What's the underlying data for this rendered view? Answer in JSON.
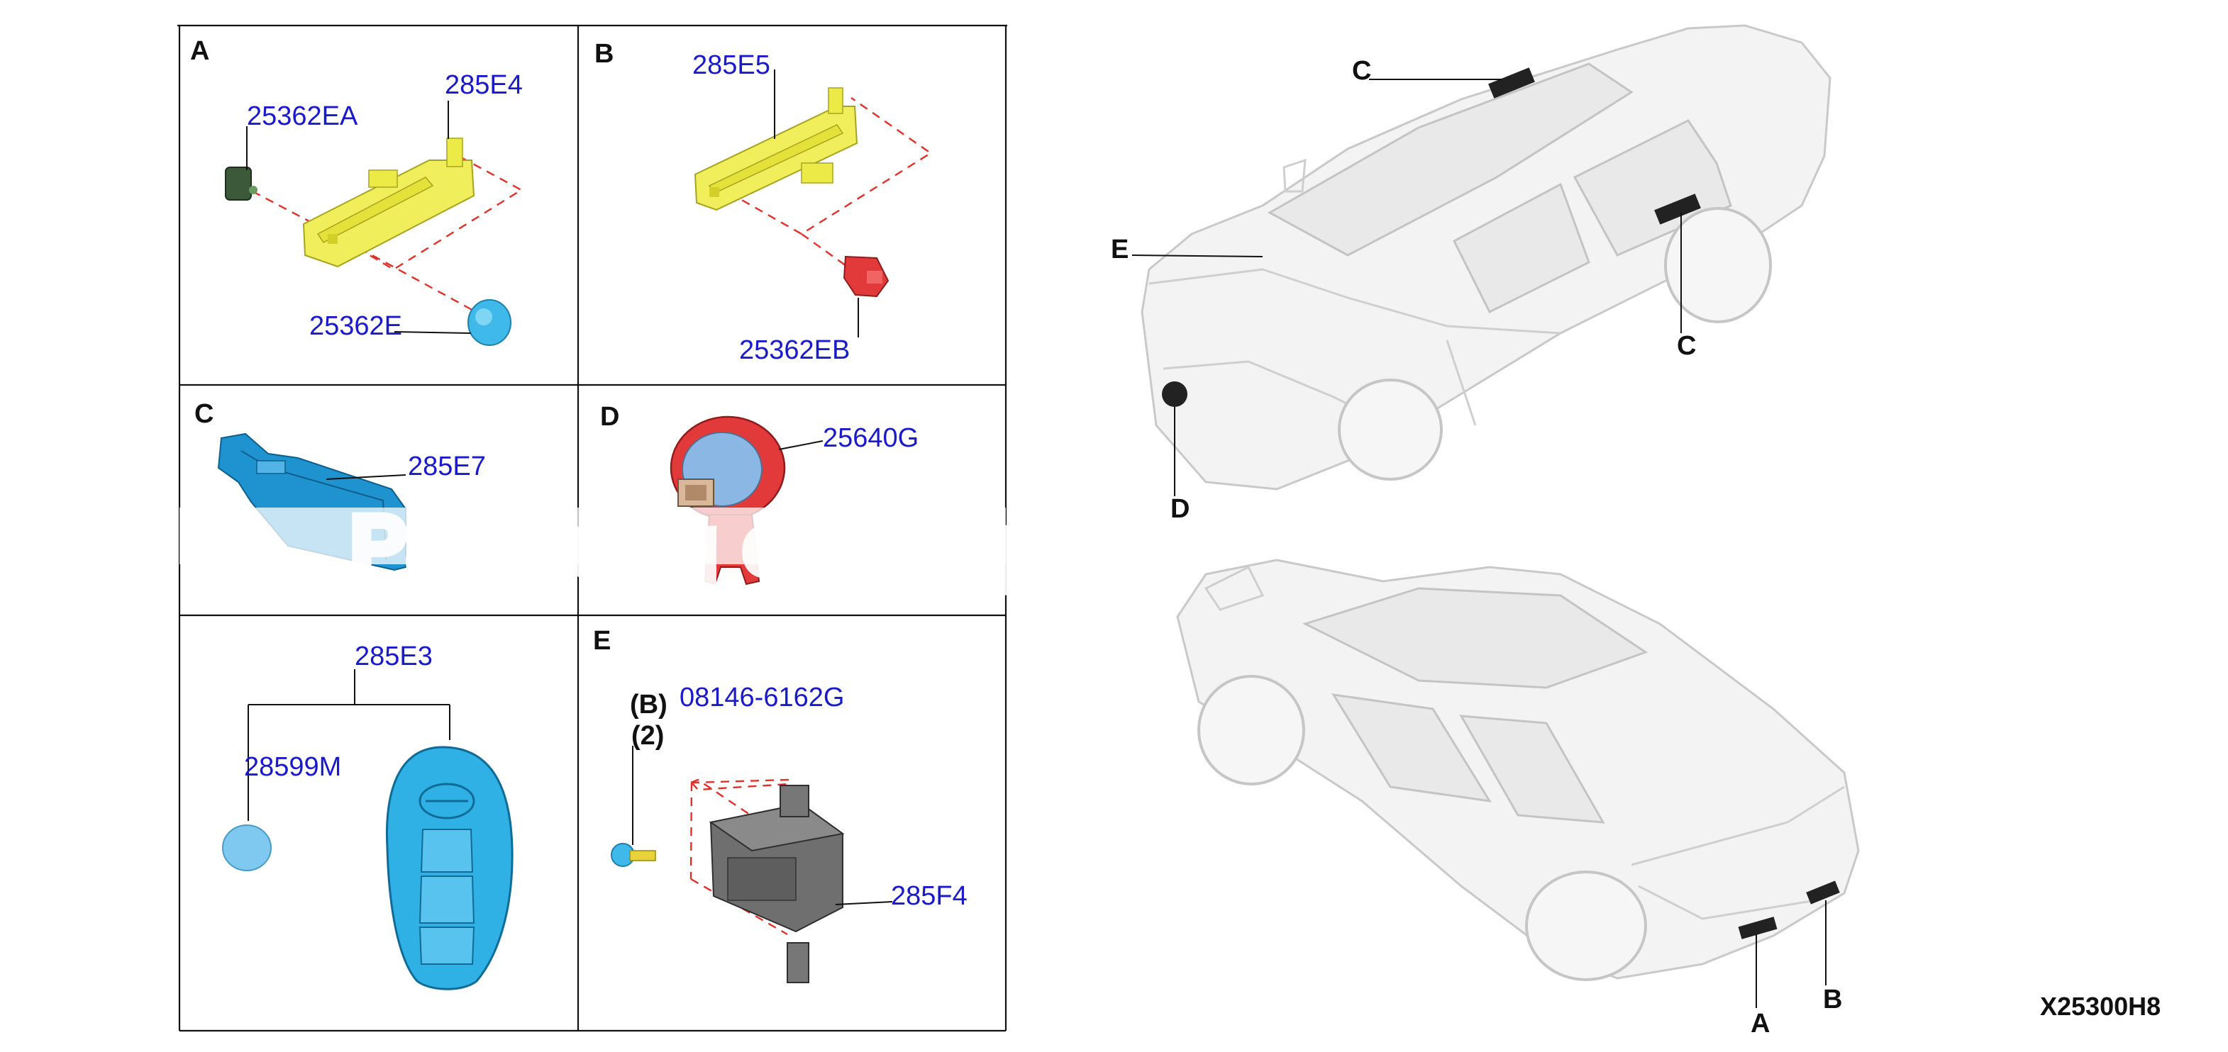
{
  "panels": {
    "A": {
      "label": "A",
      "parts": [
        "25362EA",
        "285E4",
        "25362E"
      ]
    },
    "B": {
      "label": "B",
      "parts": [
        "285E5",
        "25362EB"
      ]
    },
    "C": {
      "label": "C",
      "parts": [
        "285E7"
      ]
    },
    "D": {
      "label": "D",
      "parts": [
        "25640G"
      ]
    },
    "key": {
      "parts": [
        "285E3",
        "28599M"
      ]
    },
    "E": {
      "label": "E",
      "parts": [
        "08146-6162G",
        "285F4"
      ],
      "qualifier_b": "(B)",
      "qualifier_qty": "(2)"
    }
  },
  "car_callouts": {
    "top_c1": "C",
    "top_c2": "C",
    "top_e": "E",
    "top_d": "D",
    "bottom_a": "A",
    "bottom_b": "B"
  },
  "watermark": "Partsouq catalog",
  "diagram_id": "X25300H8",
  "colors": {
    "part_number_text": "#1a1acc",
    "dash_line": "#e0312a",
    "yellow_module": "#f0ee5a",
    "cyan_part": "#3fb9ea",
    "red_part": "#e23a3a",
    "green_part": "#3c5a3a",
    "gray_module": "#6f6f6f"
  }
}
